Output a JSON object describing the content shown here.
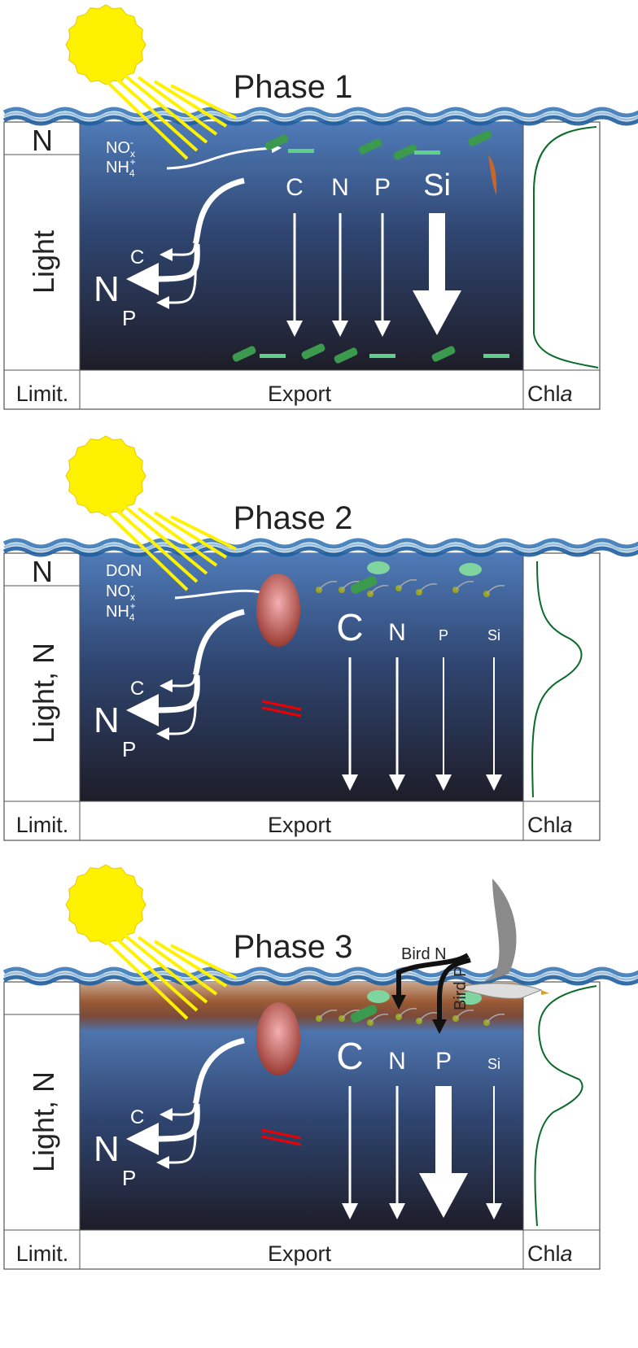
{
  "figure": {
    "colors": {
      "water_top": "#4f7bb8",
      "water_bottom": "#1e1d28",
      "sun": "#fff200",
      "chl_line": "#0a6b2a",
      "bloom": "#9a5a34",
      "bird_arrow": "#111111"
    },
    "panels": [
      {
        "title": "Phase 1",
        "limit_top": "N",
        "limit_main": "Light",
        "footer": {
          "limit": "Limit.",
          "export": "Export",
          "chl": "Chl",
          "chl_italic": "a"
        },
        "inputs": [
          {
            "base": "NO",
            "sub": "x",
            "sup": "-"
          },
          {
            "base": "NH",
            "sub": "4",
            "sup": "+"
          }
        ],
        "recycle": {
          "c": "C",
          "n": "N",
          "p": "P"
        },
        "exports": [
          {
            "label": "C",
            "flux": "normal"
          },
          {
            "label": "N",
            "flux": "normal"
          },
          {
            "label": "P",
            "flux": "normal"
          },
          {
            "label": "Si",
            "flux": "large"
          }
        ],
        "chl_profile": "surface-max",
        "surface_bloom": false
      },
      {
        "title": "Phase 2",
        "limit_top": "N",
        "limit_main": "Light, N",
        "footer": {
          "limit": "Limit.",
          "export": "Export",
          "chl": "Chl",
          "chl_italic": "a"
        },
        "inputs": [
          {
            "base": "DON",
            "sub": "",
            "sup": ""
          },
          {
            "base": "NO",
            "sub": "x",
            "sup": "-"
          },
          {
            "base": "NH",
            "sub": "4",
            "sup": "+"
          }
        ],
        "recycle": {
          "c": "C",
          "n": "N",
          "p": "P"
        },
        "exports": [
          {
            "label": "C",
            "flux": "large-label"
          },
          {
            "label": "N",
            "flux": "normal"
          },
          {
            "label": "P",
            "flux": "small"
          },
          {
            "label": "Si",
            "flux": "small"
          }
        ],
        "chl_profile": "subsurface-max",
        "surface_bloom": false
      },
      {
        "title": "Phase 3",
        "limit_top": "",
        "limit_main": "Light, N",
        "footer": {
          "limit": "Limit.",
          "export": "Export",
          "chl": "Chl",
          "chl_italic": "a"
        },
        "inputs": [],
        "recycle": {
          "c": "C",
          "n": "N",
          "p": "P"
        },
        "exports": [
          {
            "label": "C",
            "flux": "large-label"
          },
          {
            "label": "N",
            "flux": "normal"
          },
          {
            "label": "P",
            "flux": "large"
          },
          {
            "label": "Si",
            "flux": "small"
          }
        ],
        "bird_inputs": {
          "n": "Bird N",
          "p": "Bird P"
        },
        "chl_profile": "surface-and-subsurface-max",
        "surface_bloom": true
      }
    ]
  }
}
